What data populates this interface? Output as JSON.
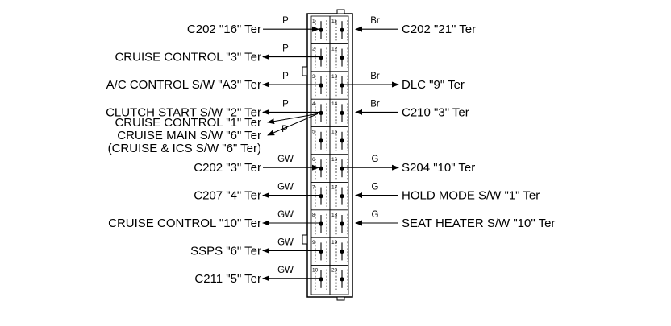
{
  "connector": {
    "pins": [
      {
        "no": "1",
        "side": "left",
        "label": "C202 \"16\" Ter",
        "color": "P",
        "dir": "in",
        "wire": true
      },
      {
        "no": "2",
        "side": "left",
        "label": "CRUISE CONTROL \"3\" Ter",
        "color": "P",
        "dir": "out",
        "wire": true
      },
      {
        "no": "3",
        "side": "left",
        "label": "A/C CONTROL S/W \"A3\" Ter",
        "color": "P",
        "dir": "out",
        "wire": true
      },
      {
        "no": "4",
        "side": "left",
        "label": "CLUTCH START S/W \"2\" Ter",
        "color": "P",
        "dir": "out",
        "wire": true
      },
      {
        "no": "5",
        "side": "left",
        "label": "",
        "color": "",
        "dir": "none",
        "wire": true
      },
      {
        "no": "6",
        "side": "left",
        "label": "C202 \"3\" Ter",
        "color": "GW",
        "dir": "in",
        "wire": true
      },
      {
        "no": "7",
        "side": "left",
        "label": "C207 \"4\" Ter",
        "color": "GW",
        "dir": "out",
        "wire": true
      },
      {
        "no": "8",
        "side": "left",
        "label": "CRUISE CONTROL \"10\" Ter",
        "color": "GW",
        "dir": "out",
        "wire": true
      },
      {
        "no": "9",
        "side": "left",
        "label": "SSPS \"6\" Ter",
        "color": "GW",
        "dir": "out",
        "wire": true
      },
      {
        "no": "10",
        "side": "left",
        "label": "C211 \"5\" Ter",
        "color": "GW",
        "dir": "out",
        "wire": true
      },
      {
        "no": "11",
        "side": "right",
        "label": "C202 \"21\" Ter",
        "color": "Br",
        "dir": "in",
        "wire": true
      },
      {
        "no": "12",
        "side": "right",
        "label": "",
        "color": "",
        "dir": "none",
        "wire": true
      },
      {
        "no": "13",
        "side": "right",
        "label": "DLC \"9\" Ter",
        "color": "Br",
        "dir": "out",
        "wire": true
      },
      {
        "no": "14",
        "side": "right",
        "label": "C210 \"3\" Ter",
        "color": "Br",
        "dir": "in",
        "wire": true
      },
      {
        "no": "15",
        "side": "right",
        "label": "",
        "color": "",
        "dir": "none",
        "wire": true
      },
      {
        "no": "16",
        "side": "right",
        "label": "S204 \"10\" Ter",
        "color": "G",
        "dir": "out",
        "wire": true
      },
      {
        "no": "17",
        "side": "right",
        "label": "HOLD MODE S/W \"1\" Ter",
        "color": "G",
        "dir": "in",
        "wire": true
      },
      {
        "no": "18",
        "side": "right",
        "label": "SEAT HEATER S/W \"10\" Ter",
        "color": "G",
        "dir": "in",
        "wire": true
      },
      {
        "no": "19",
        "side": "right",
        "label": "",
        "color": "",
        "dir": "none",
        "wire": true
      },
      {
        "no": "20",
        "side": "right",
        "label": "",
        "color": "",
        "dir": "none",
        "wire": true
      }
    ]
  },
  "extra_labels": [
    {
      "pin": "4",
      "text": "CRUISE CONTROL \"1\" Ter",
      "color": "",
      "target": "4"
    },
    {
      "pin": "5",
      "text": "CRUISE MAIN S/W \"6\" Ter",
      "color": "P",
      "target": "4"
    },
    {
      "pin": "5",
      "text": "(CRUISE & ICS S/W \"6\" Ter)",
      "color": "",
      "target": ""
    }
  ]
}
